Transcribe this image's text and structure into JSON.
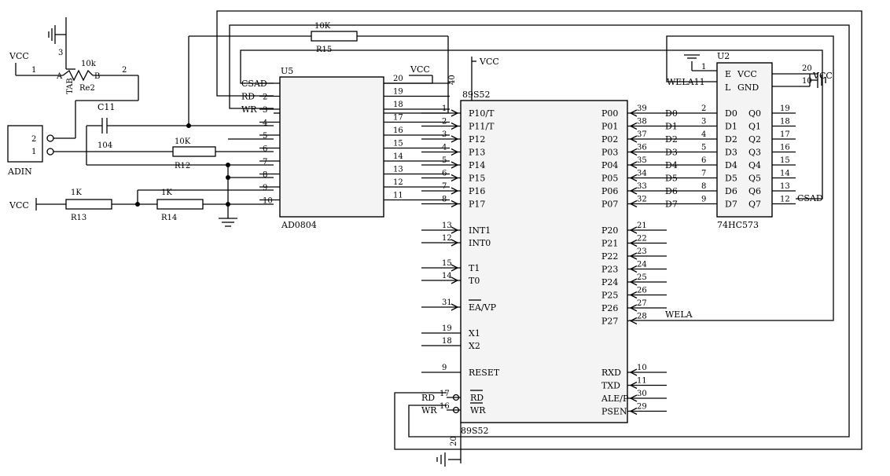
{
  "u5": {
    "ref": "U5",
    "part": "AD0804",
    "left_pins": [
      {
        "label": "CSAD",
        "num": ""
      },
      {
        "label": "RD",
        "num": "2"
      },
      {
        "label": "WR",
        "num": "3"
      },
      {
        "label": "",
        "num": "4"
      },
      {
        "label": "",
        "num": "5"
      },
      {
        "label": "",
        "num": "6"
      },
      {
        "label": "",
        "num": "7"
      },
      {
        "label": "",
        "num": "8"
      },
      {
        "label": "",
        "num": "9"
      },
      {
        "label": "",
        "num": "10"
      }
    ],
    "right_pins": [
      "20",
      "19",
      "18",
      "17",
      "16",
      "15",
      "14",
      "13",
      "12",
      "11"
    ]
  },
  "mcu": {
    "top_label": "89S52",
    "bottom_label": "89S52",
    "vcc_pin": "40",
    "gnd_pin": "20",
    "vcc": "VCC",
    "p1_pins": [
      {
        "num": "1",
        "label": "P10/T"
      },
      {
        "num": "2",
        "label": "P11/T"
      },
      {
        "num": "3",
        "label": "P12"
      },
      {
        "num": "4",
        "label": "P13"
      },
      {
        "num": "5",
        "label": "P14"
      },
      {
        "num": "6",
        "label": "P15"
      },
      {
        "num": "7",
        "label": "P16"
      },
      {
        "num": "8",
        "label": "P17"
      }
    ],
    "int_pins": [
      {
        "num": "13",
        "label": "INT1"
      },
      {
        "num": "12",
        "label": "INT0"
      }
    ],
    "t_pins": [
      {
        "num": "15",
        "label": "T1"
      },
      {
        "num": "14",
        "label": "T0"
      }
    ],
    "ea_pin": {
      "num": "31",
      "label": "EA/VP"
    },
    "x_pins": [
      {
        "num": "19",
        "label": "X1"
      },
      {
        "num": "18",
        "label": "X2"
      }
    ],
    "reset_pin": {
      "num": "9",
      "label": "RESET"
    },
    "rd_pin": {
      "num": "17",
      "label": "RD",
      "net": "RD"
    },
    "wr_pin": {
      "num": "16",
      "label": "WR",
      "net": "WR"
    },
    "p0_pins": [
      {
        "num": "39",
        "label": "P00",
        "net": "D0"
      },
      {
        "num": "38",
        "label": "P01",
        "net": "D1"
      },
      {
        "num": "37",
        "label": "P02",
        "net": "D2"
      },
      {
        "num": "36",
        "label": "P03",
        "net": "D3"
      },
      {
        "num": "35",
        "label": "P04",
        "net": "D4"
      },
      {
        "num": "34",
        "label": "P05",
        "net": "D5"
      },
      {
        "num": "33",
        "label": "P06",
        "net": "D6"
      },
      {
        "num": "32",
        "label": "P07",
        "net": "D7"
      }
    ],
    "p2_pins": [
      {
        "num": "21",
        "label": "P20"
      },
      {
        "num": "22",
        "label": "P21"
      },
      {
        "num": "23",
        "label": "P22"
      },
      {
        "num": "24",
        "label": "P23"
      },
      {
        "num": "25",
        "label": "P24"
      },
      {
        "num": "26",
        "label": "P25"
      },
      {
        "num": "27",
        "label": "P26"
      },
      {
        "num": "28",
        "label": "P27"
      }
    ],
    "p27_net": "WELA",
    "p3_pins": [
      {
        "num": "10",
        "label": "RXD"
      },
      {
        "num": "11",
        "label": "TXD"
      },
      {
        "num": "30",
        "label": "ALE/P"
      },
      {
        "num": "29",
        "label": "PSEN"
      }
    ]
  },
  "u2": {
    "ref": "U2",
    "part": "74HC573",
    "e_pin": "1",
    "l_label": "WELA11",
    "e_label": "E",
    "l_text": "L",
    "vcc_label": "VCC",
    "gnd_label": "GND",
    "vcc_pin": "20",
    "gnd_pin": "10",
    "vcc_net": "VCC",
    "d_pins": [
      {
        "num": "2",
        "label": "D0"
      },
      {
        "num": "3",
        "label": "D1"
      },
      {
        "num": "4",
        "label": "D2"
      },
      {
        "num": "5",
        "label": "D3"
      },
      {
        "num": "6",
        "label": "D4"
      },
      {
        "num": "7",
        "label": "D5"
      },
      {
        "num": "8",
        "label": "D6"
      },
      {
        "num": "9",
        "label": "D7"
      }
    ],
    "q_pins": [
      {
        "num": "19",
        "label": "Q0"
      },
      {
        "num": "18",
        "label": "Q1"
      },
      {
        "num": "17",
        "label": "Q2"
      },
      {
        "num": "16",
        "label": "Q3"
      },
      {
        "num": "15",
        "label": "Q4"
      },
      {
        "num": "14",
        "label": "Q5"
      },
      {
        "num": "13",
        "label": "Q6"
      },
      {
        "num": "12",
        "label": "Q7"
      }
    ],
    "q7_net": "CSAD"
  },
  "pot": {
    "ref": "Re2",
    "value": "10k",
    "a": "A",
    "b": "B",
    "tab": "TAB",
    "pin1": "1",
    "pin2": "2",
    "pin3": "3",
    "vcc": "VCC"
  },
  "adin": {
    "label": "ADIN",
    "pin2": "2",
    "pin1": "1"
  },
  "c11": {
    "ref": "C11",
    "value": "104"
  },
  "r15": {
    "ref": "R15",
    "value": "10K"
  },
  "r12": {
    "ref": "R12",
    "value": "10K"
  },
  "r13": {
    "ref": "R13",
    "value": "1K"
  },
  "r14": {
    "ref": "R14",
    "value": "1K"
  },
  "u5_vcc": "VCC",
  "left_vcc": "VCC"
}
